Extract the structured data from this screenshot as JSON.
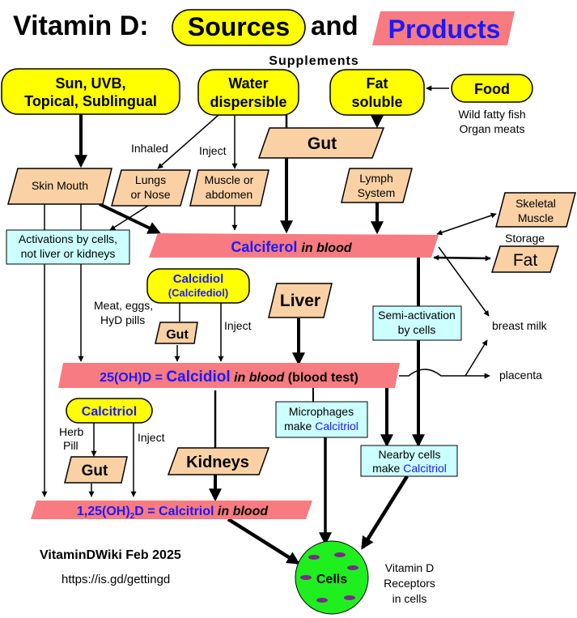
{
  "title": {
    "prefix": "Vitamin D:",
    "sources": "Sources",
    "and": "and",
    "products": "Products"
  },
  "supplements_header": "Supplements",
  "sources": {
    "sun": [
      "Sun, UVB,",
      "Topical, Sublingual"
    ],
    "water": [
      "Water",
      "dispersible"
    ],
    "fat": [
      "Fat",
      "soluble"
    ],
    "food": "Food",
    "food_note": [
      "Wild fatty fish",
      "Organ meats"
    ]
  },
  "labels": {
    "inhaled": "Inhaled",
    "inject1": "Inject",
    "inject2": "Inject",
    "inject3": "Inject",
    "meat": [
      "Meat, eggs,",
      "HyD  pills"
    ],
    "herb": [
      "Herb",
      "Pill"
    ],
    "storage": "Storage",
    "breast_milk": "breast milk",
    "placenta": "placenta",
    "receptors": [
      "Vitamin D",
      "Receptors",
      "in cells"
    ]
  },
  "boxes": {
    "gut_top": "Gut",
    "skin_mouth": "Skin  Mouth",
    "lungs": [
      "Lungs",
      "or Nose"
    ],
    "muscle_abd": [
      "Muscle or",
      "abdomen"
    ],
    "lymph": [
      "Lymph",
      "System"
    ],
    "skeletal": [
      "Skeletal",
      "Muscle"
    ],
    "fat": "Fat",
    "activations": [
      "Activations by cells,",
      "not liver or kidneys"
    ],
    "calciferol": {
      "main": "Calciferol",
      "suffix": "in blood"
    },
    "calcidiol_bubble": [
      "Calcidiol",
      "(Calcifediol)"
    ],
    "liver": "Liver",
    "semi": [
      "Semi-activation",
      "by cells"
    ],
    "gut_mid": "Gut",
    "calcidiol_bar": {
      "prefix": "25(OH)D = ",
      "main": "Calcidiol",
      "italic": "in blood",
      "tail": "(blood test)"
    },
    "calcitriol_bubble": "Calcitriol",
    "microphages": [
      "Microphages",
      "make ",
      "Calcitriol"
    ],
    "gut_low": "Gut",
    "kidneys": "Kidneys",
    "nearby": [
      "Nearby cells",
      "make ",
      "Calcitriol"
    ],
    "calcitriol_bar": {
      "part1": "1,25(OH)",
      "sub": "2",
      "part2": "D = Calcitriol ",
      "italic": "in blood"
    },
    "cells": "Cells"
  },
  "footer": {
    "credit": "VitaminDWiki  Feb 2025",
    "url": "https://is.gd/gettingd"
  },
  "colors": {
    "yellow": "#ffff00",
    "peach": "#fad1a5",
    "pink": "#f77b80",
    "cyan": "#ccffff",
    "green": "#1fef1f",
    "blue": "#1a1aff",
    "purple": "#7b2a8a"
  }
}
